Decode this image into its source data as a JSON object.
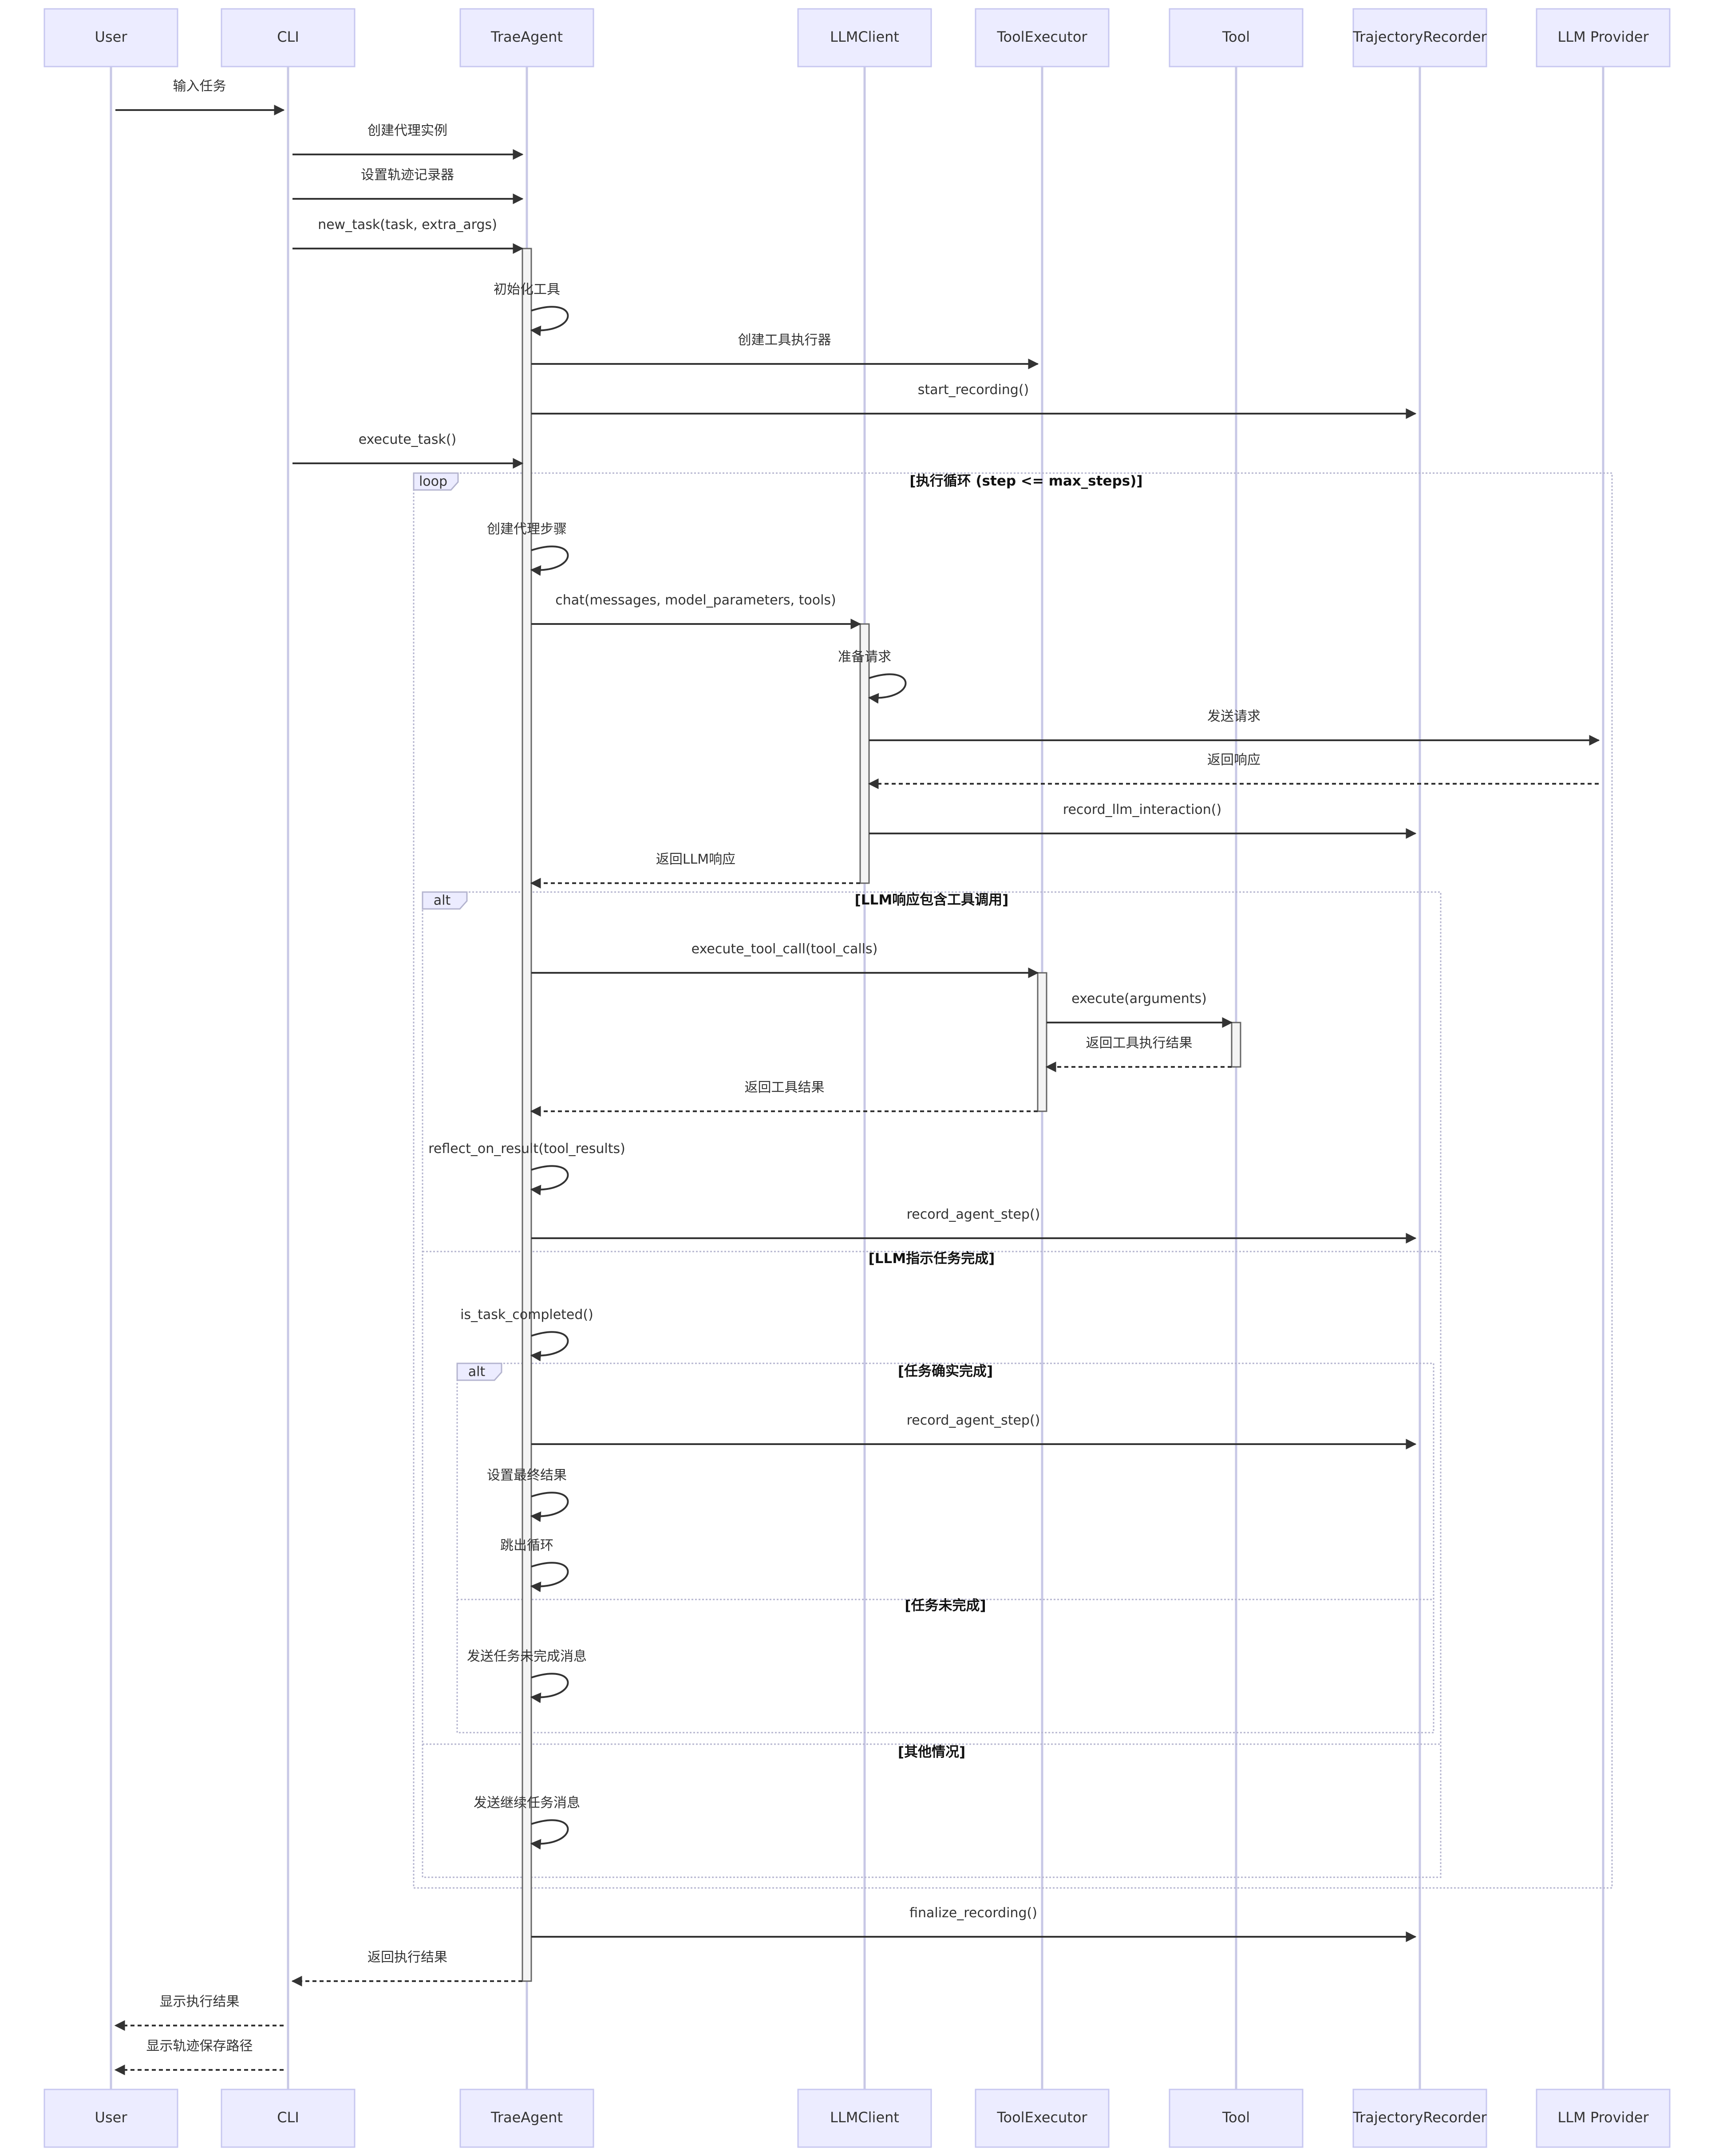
{
  "participants": [
    {
      "id": "user",
      "label": "User"
    },
    {
      "id": "cli",
      "label": "CLI"
    },
    {
      "id": "agent",
      "label": "TraeAgent"
    },
    {
      "id": "llm",
      "label": "LLMClient"
    },
    {
      "id": "exec",
      "label": "ToolExecutor"
    },
    {
      "id": "tool",
      "label": "Tool"
    },
    {
      "id": "rec",
      "label": "TrajectoryRecorder"
    },
    {
      "id": "prov",
      "label": "LLM Provider"
    }
  ],
  "messages": [
    {
      "from": "user",
      "to": "cli",
      "text": "输入任务",
      "style": "solid"
    },
    {
      "from": "cli",
      "to": "agent",
      "text": "创建代理实例",
      "style": "solid"
    },
    {
      "from": "cli",
      "to": "agent",
      "text": "设置轨迹记录器",
      "style": "solid"
    },
    {
      "from": "cli",
      "to": "agent",
      "text": "new_task(task, extra_args)",
      "style": "solid"
    },
    {
      "from": "agent",
      "to": "agent",
      "text": "初始化工具",
      "style": "self"
    },
    {
      "from": "agent",
      "to": "exec",
      "text": "创建工具执行器",
      "style": "solid"
    },
    {
      "from": "agent",
      "to": "rec",
      "text": "start_recording()",
      "style": "solid"
    },
    {
      "from": "cli",
      "to": "agent",
      "text": "execute_task()",
      "style": "solid"
    },
    {
      "from": "agent",
      "to": "agent",
      "text": "创建代理步骤",
      "style": "self"
    },
    {
      "from": "agent",
      "to": "llm",
      "text": "chat(messages, model_parameters, tools)",
      "style": "solid"
    },
    {
      "from": "llm",
      "to": "llm",
      "text": "准备请求",
      "style": "self"
    },
    {
      "from": "llm",
      "to": "prov",
      "text": "发送请求",
      "style": "solid"
    },
    {
      "from": "prov",
      "to": "llm",
      "text": "返回响应",
      "style": "dashed"
    },
    {
      "from": "llm",
      "to": "rec",
      "text": "record_llm_interaction()",
      "style": "solid"
    },
    {
      "from": "llm",
      "to": "agent",
      "text": "返回LLM响应",
      "style": "dashed"
    },
    {
      "from": "agent",
      "to": "exec",
      "text": "execute_tool_call(tool_calls)",
      "style": "solid"
    },
    {
      "from": "exec",
      "to": "tool",
      "text": "execute(arguments)",
      "style": "solid"
    },
    {
      "from": "tool",
      "to": "exec",
      "text": "返回工具执行结果",
      "style": "dashed"
    },
    {
      "from": "exec",
      "to": "agent",
      "text": "返回工具结果",
      "style": "dashed"
    },
    {
      "from": "agent",
      "to": "agent",
      "text": "reflect_on_result(tool_results)",
      "style": "self"
    },
    {
      "from": "agent",
      "to": "rec",
      "text": "record_agent_step()",
      "style": "solid"
    },
    {
      "from": "agent",
      "to": "agent",
      "text": "is_task_completed()",
      "style": "self"
    },
    {
      "from": "agent",
      "to": "rec",
      "text": "record_agent_step()",
      "style": "solid"
    },
    {
      "from": "agent",
      "to": "agent",
      "text": "设置最终结果",
      "style": "self"
    },
    {
      "from": "agent",
      "to": "agent",
      "text": "跳出循环",
      "style": "self"
    },
    {
      "from": "agent",
      "to": "agent",
      "text": "发送任务未完成消息",
      "style": "self"
    },
    {
      "from": "agent",
      "to": "agent",
      "text": "发送继续任务消息",
      "style": "self"
    },
    {
      "from": "agent",
      "to": "rec",
      "text": "finalize_recording()",
      "style": "solid"
    },
    {
      "from": "agent",
      "to": "cli",
      "text": "返回执行结果",
      "style": "dashed"
    },
    {
      "from": "cli",
      "to": "user",
      "text": "显示执行结果",
      "style": "dashed"
    },
    {
      "from": "cli",
      "to": "user",
      "text": "显示轨迹保存路径",
      "style": "dashed"
    }
  ],
  "fragments": [
    {
      "tag": "loop",
      "sections": [
        "[执行循环 (step <= max_steps)]"
      ]
    },
    {
      "tag": "alt",
      "sections": [
        "[LLM响应包含工具调用]",
        "[LLM指示任务完成]",
        "[其他情况]"
      ]
    },
    {
      "tag": "alt",
      "sections": [
        "[任务确实完成]",
        "[任务未完成]"
      ]
    }
  ]
}
